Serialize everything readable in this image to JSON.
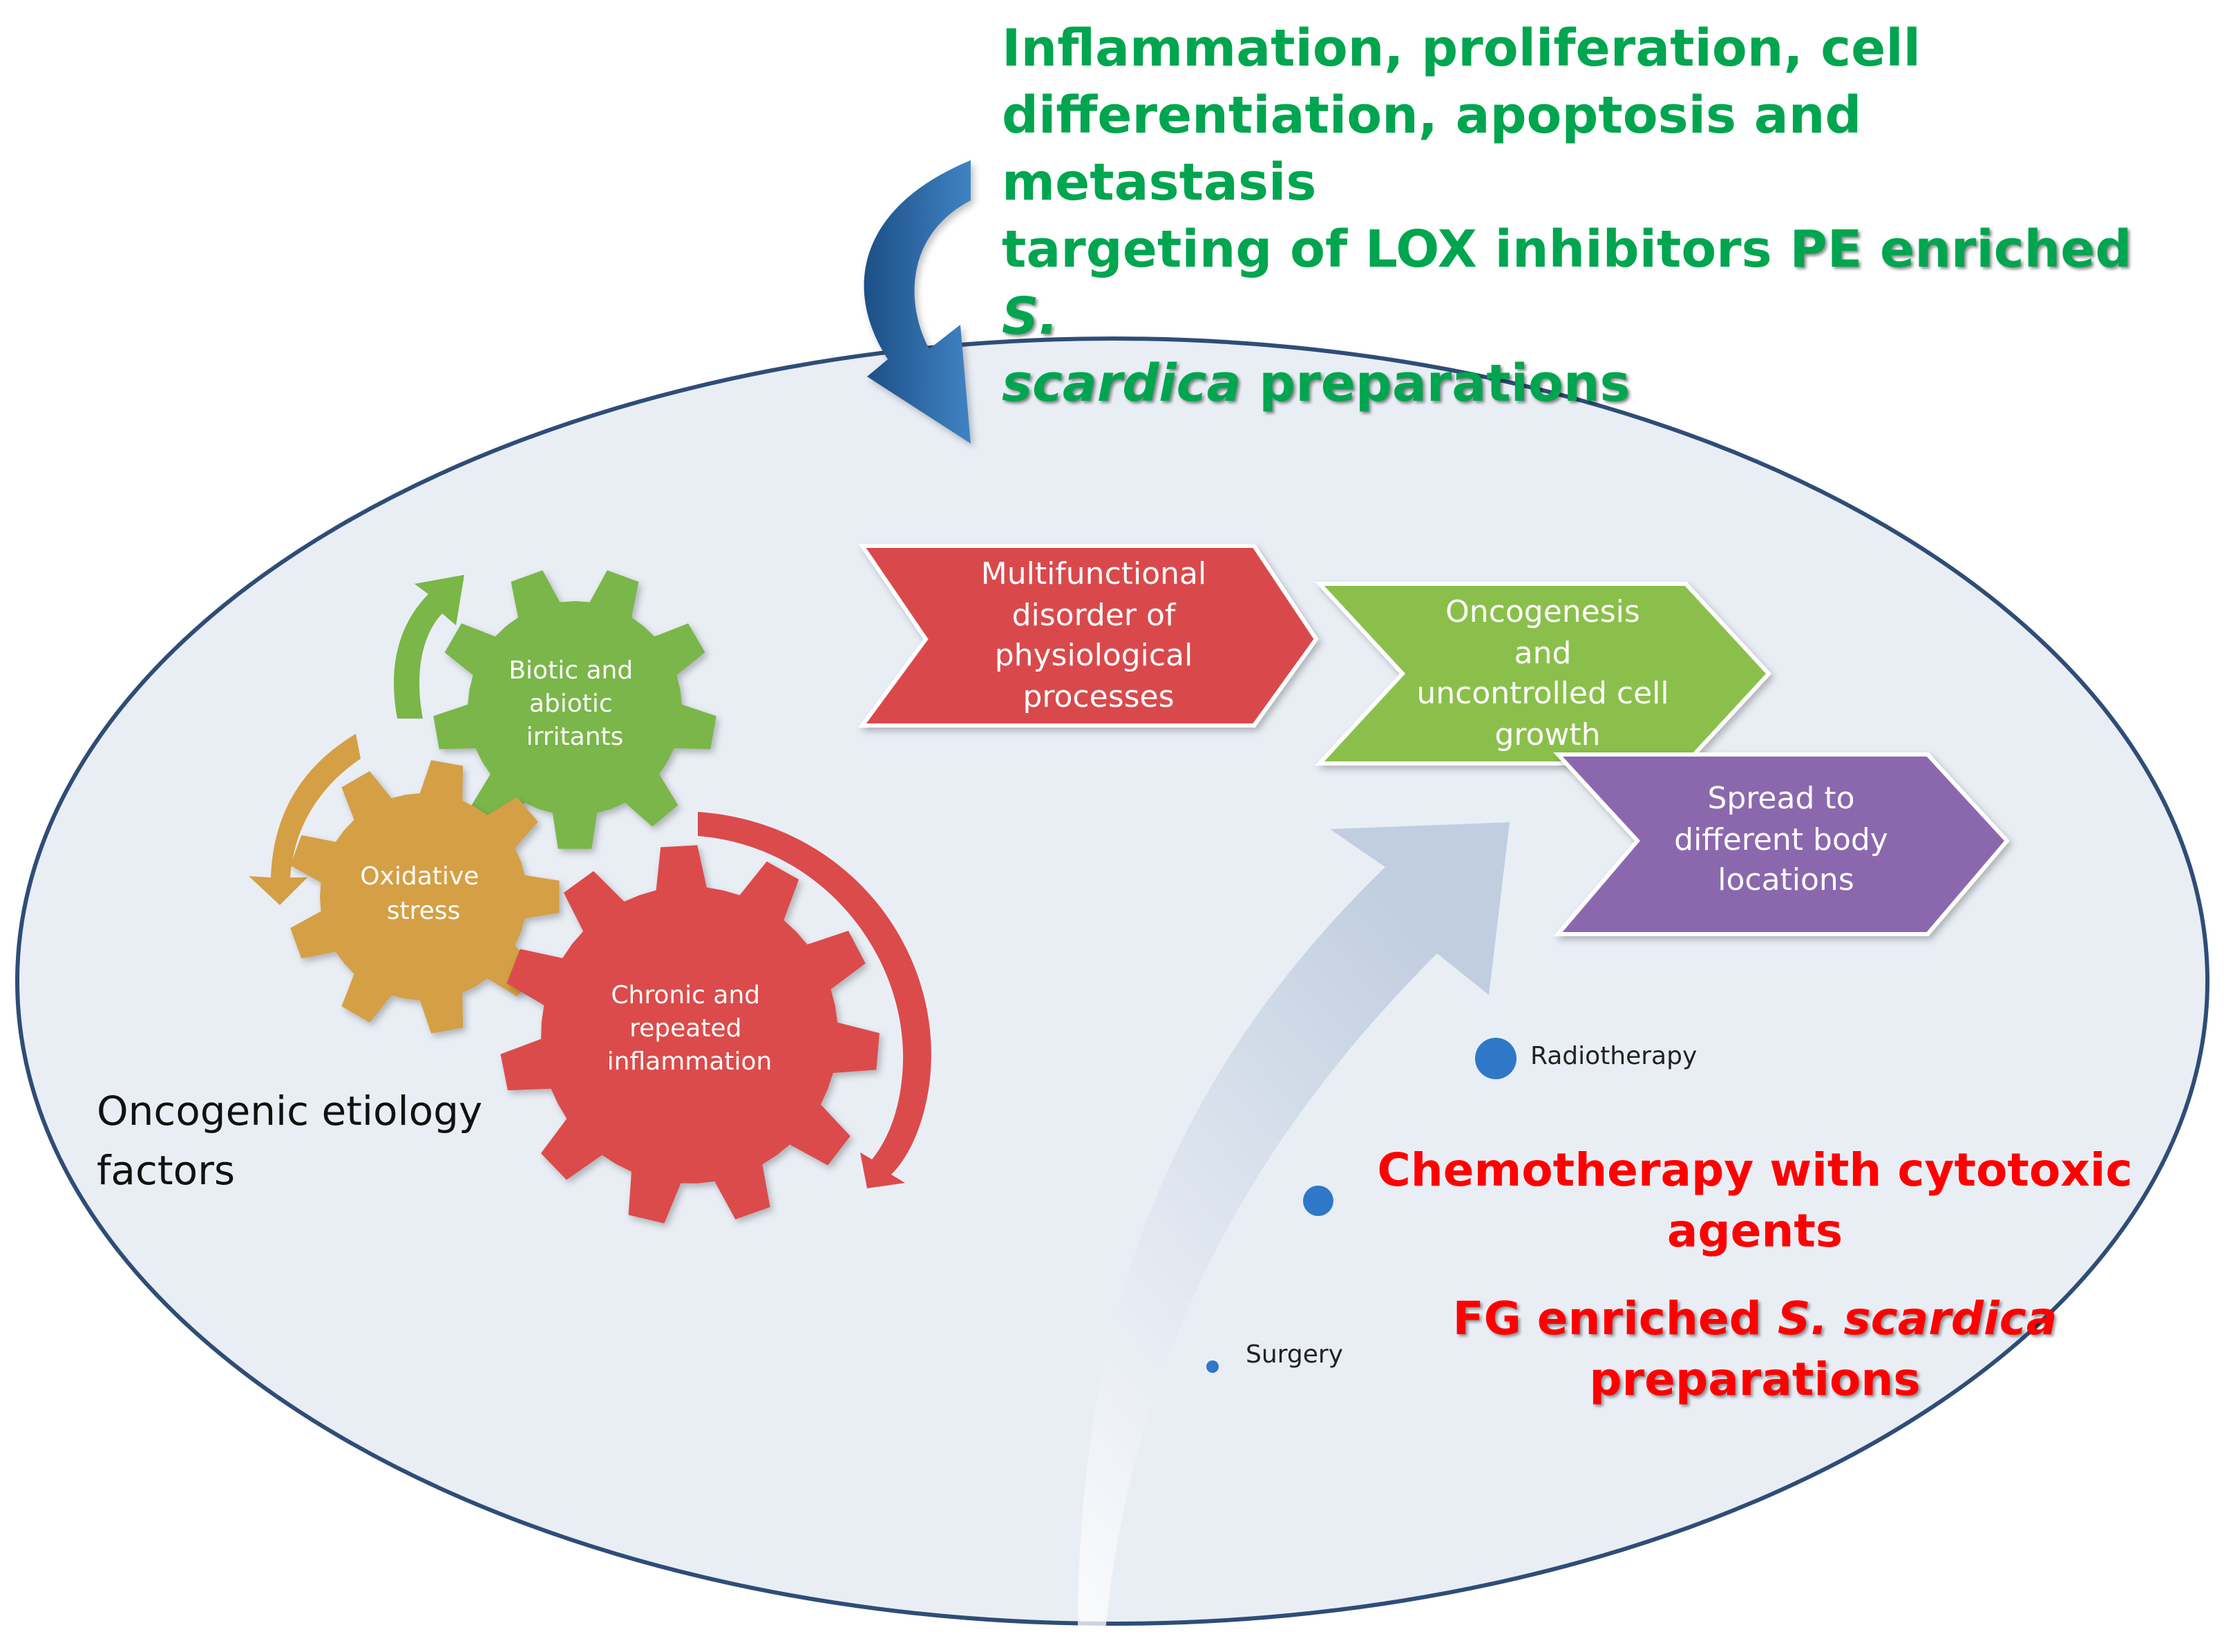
{
  "header": {
    "line1": "Inflammation, proliferation, cell",
    "line2": "differentiation, apoptosis and metastasis",
    "line3_a": "targeting  of LOX inhibitors ",
    "line3_b": "PE enriched ",
    "line3_c": "S.",
    "line4_a": "scardica",
    "line4_b": " preparations"
  },
  "gears": {
    "biotic": [
      "Biotic and",
      "abiotic",
      "irritants"
    ],
    "oxidative": [
      "Oxidative",
      "stress"
    ],
    "chronic": [
      "Chronic and",
      "repeated",
      "inflammation"
    ]
  },
  "chevrons": {
    "multifunctional": [
      "Multifunctional",
      "disorder of",
      "physiological",
      "processes"
    ],
    "oncogenesis": [
      "Oncogenesis",
      "and",
      "uncontrolled  cell",
      "growth"
    ],
    "spread": [
      "Spread to",
      "different body",
      "locations"
    ]
  },
  "treatments": {
    "radiotherapy": "Radiotherapy",
    "surgery": "Surgery",
    "chemo_line1": "Chemotherapy with cytotoxic",
    "chemo_line2": "agents",
    "fg_a": "FG enriched ",
    "fg_b": "S. scardica",
    "fg_line2": "preparations"
  },
  "etiology": {
    "line1": "Oncogenic etiology",
    "line2": "factors"
  },
  "colors": {
    "ellipse_fill": "#e9eef5",
    "ellipse_stroke": "#2e4d77",
    "green_gear": "#7ab648",
    "orange_gear": "#d59f45",
    "red_gear": "#db4b4b",
    "red_chevron": "#d9484b",
    "green_chevron": "#8bbf4c",
    "purple_chevron": "#8b67ad",
    "blue_arrow": "#2b6aa6",
    "dot_blue": "#2f78c7",
    "header_green": "#00a54f",
    "red_text": "#ff0000"
  }
}
